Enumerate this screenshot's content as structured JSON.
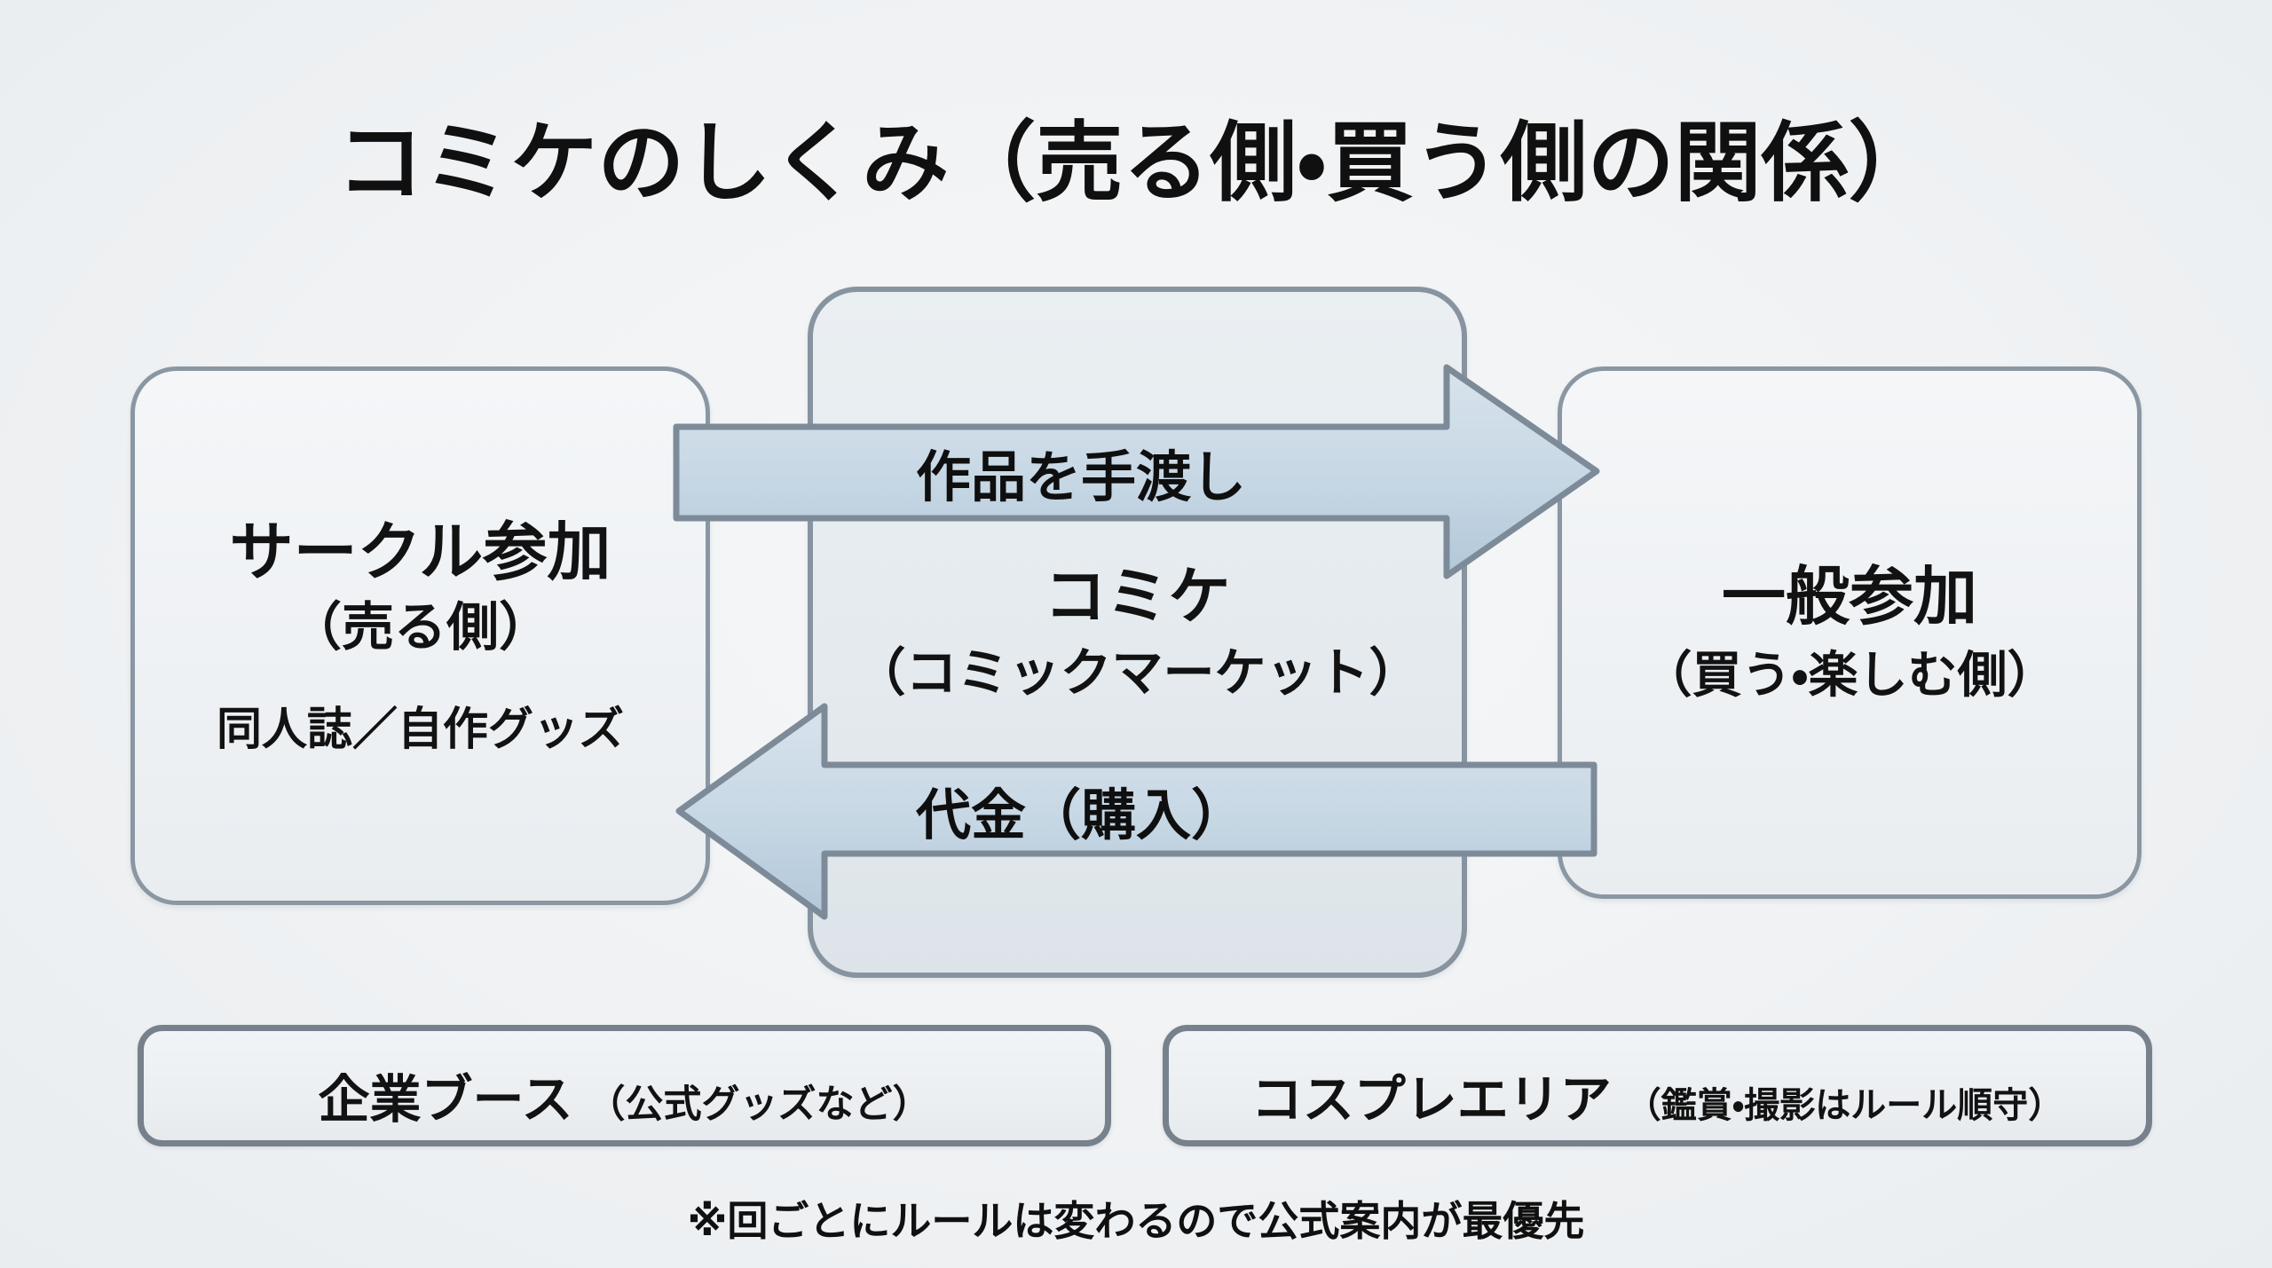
{
  "title": "コミケのしくみ（売る側・買う側の関係）",
  "boxes": {
    "seller": {
      "title": "サークル参加",
      "subtitle": "（売る側）",
      "note": "同人誌／自作グッズ"
    },
    "comiket": {
      "title": "コミケ",
      "subtitle": "（コミックマーケット）"
    },
    "buyer": {
      "title": "一般参加",
      "subtitle": "（買う・楽しむ側）"
    }
  },
  "arrows": {
    "handover": {
      "label": "作品を手渡し",
      "direction": "right"
    },
    "payment": {
      "label": "代金（購入）",
      "direction": "left"
    }
  },
  "bottom_boxes": {
    "corporate": {
      "title": "企業ブース",
      "note": "（公式グッズなど）"
    },
    "cosplay": {
      "title": "コスプレエリア",
      "note": "（鑑賞・撮影はルール順守）"
    }
  },
  "footnote": "※回ごとにルールは変わるので公式案内が最優先",
  "colors": {
    "background": "#f0f2f4",
    "side_box_fill": "#f1f4f6",
    "center_box_fill": "#e5ebee",
    "box_border": "#8a97a3",
    "arrow_fill_top": "#d6e2eb",
    "arrow_fill_bottom": "#b5c9da",
    "arrow_border": "#7d8b99",
    "pill_border": "#76818c",
    "text": "#121212"
  }
}
